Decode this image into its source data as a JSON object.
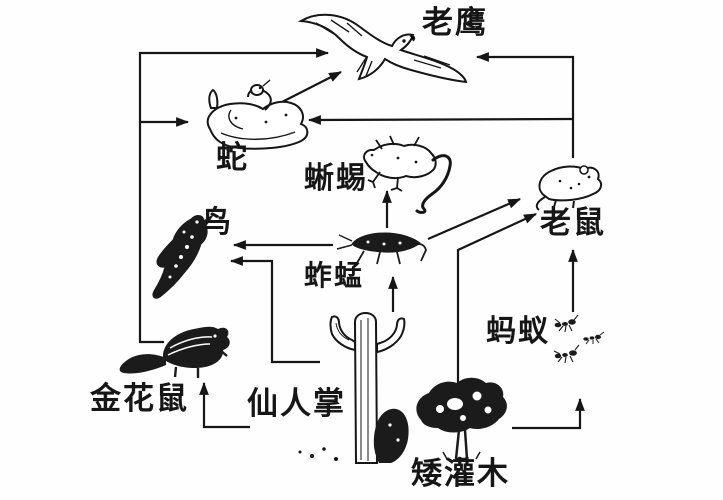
{
  "diagram": {
    "type": "food-web",
    "background_color": "#fefefe",
    "ink_color": "#161616",
    "nodes": {
      "eagle": {
        "label": "老鹰"
      },
      "snake": {
        "label": "蛇"
      },
      "lizard": {
        "label": "蜥蜴"
      },
      "rat": {
        "label": "老鼠"
      },
      "bird": {
        "label": "鸟"
      },
      "grasshopper": {
        "label": "蚱蜢"
      },
      "ant": {
        "label": "蚂蚁"
      },
      "chipmunk": {
        "label": "金花鼠"
      },
      "cactus": {
        "label": "仙人掌"
      },
      "shrub": {
        "label": "矮灌木"
      }
    },
    "edges": [
      {
        "from": "chipmunk",
        "to": "eagle"
      },
      {
        "from": "chipmunk",
        "to": "snake"
      },
      {
        "from": "snake",
        "to": "eagle"
      },
      {
        "from": "rat",
        "to": "eagle"
      },
      {
        "from": "rat",
        "to": "snake"
      },
      {
        "from": "grasshopper",
        "to": "lizard"
      },
      {
        "from": "grasshopper",
        "to": "bird"
      },
      {
        "from": "grasshopper",
        "to": "rat"
      },
      {
        "from": "cactus",
        "to": "grasshopper"
      },
      {
        "from": "cactus",
        "to": "bird"
      },
      {
        "from": "cactus",
        "to": "chipmunk"
      },
      {
        "from": "shrub",
        "to": "rat"
      },
      {
        "from": "shrub",
        "to": "ant"
      },
      {
        "from": "ant",
        "to": "rat"
      }
    ]
  }
}
